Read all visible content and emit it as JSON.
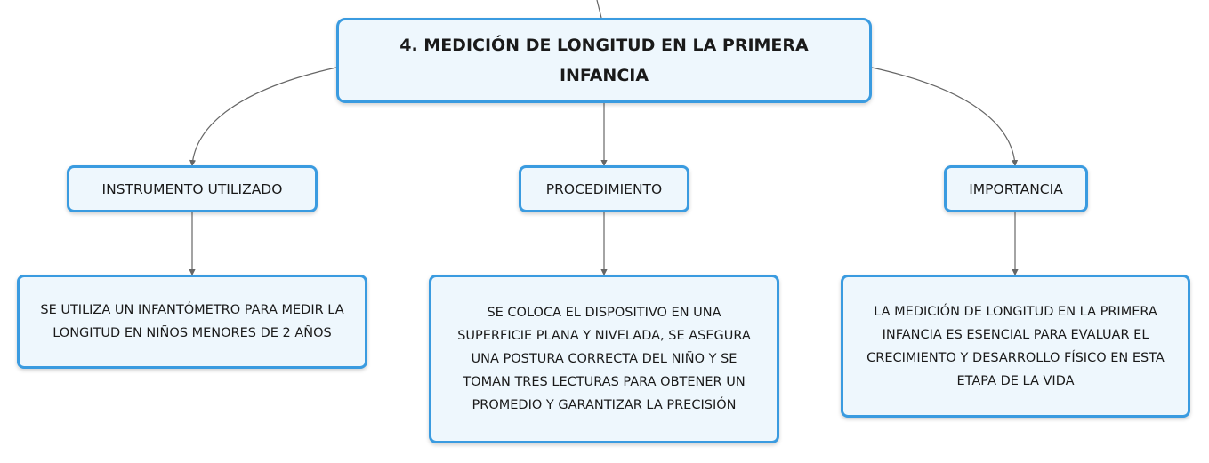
{
  "diagram": {
    "root": {
      "label": "4. MEDICIÓN DE LONGITUD EN LA PRIMERA INFANCIA"
    },
    "branches": [
      {
        "label": "INSTRUMENTO UTILIZADO",
        "detail": "SE UTILIZA UN INFANTÓMETRO PARA MEDIR LA LONGITUD EN NIÑOS MENORES DE 2 AÑOS"
      },
      {
        "label": "PROCEDIMIENTO",
        "detail": "SE COLOCA EL DISPOSITIVO EN UNA SUPERFICIE PLANA Y NIVELADA, SE ASEGURA UNA POSTURA CORRECTA DEL NIÑO Y SE TOMAN TRES LECTURAS PARA OBTENER UN PROMEDIO Y GARANTIZAR LA PRECISIÓN"
      },
      {
        "label": "IMPORTANCIA",
        "detail": "LA MEDICIÓN DE LONGITUD EN LA PRIMERA INFANCIA ES ESENCIAL PARA EVALUAR EL CRECIMIENTO Y DESARROLLO FÍSICO EN ESTA ETAPA DE LA VIDA"
      }
    ]
  },
  "colors": {
    "node_border": "#3a9be0",
    "node_fill": "#eef7fd",
    "connector": "#666666"
  }
}
